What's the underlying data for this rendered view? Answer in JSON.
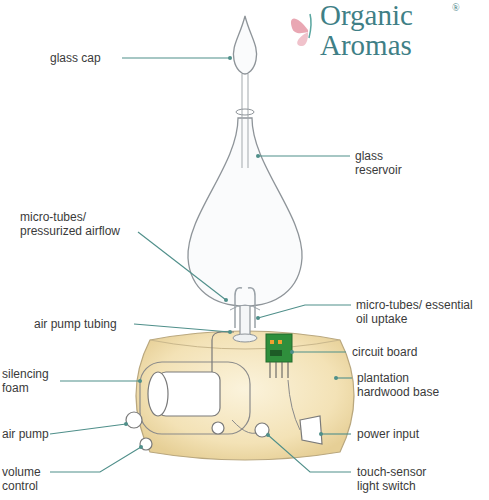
{
  "diagram": {
    "labels": [
      "Organic",
      "Aromas",
      "®",
      "glass cap",
      "glass reservoir",
      "micro-tubes/ pressurized airflow",
      "micro-tubes/ essential oil uptake",
      "air pump tubing",
      "circuit board",
      "silencing foam",
      "plantation hardwood base",
      "air pump",
      "power input",
      "volume control",
      "touch-sensor light switch"
    ]
  }
}
